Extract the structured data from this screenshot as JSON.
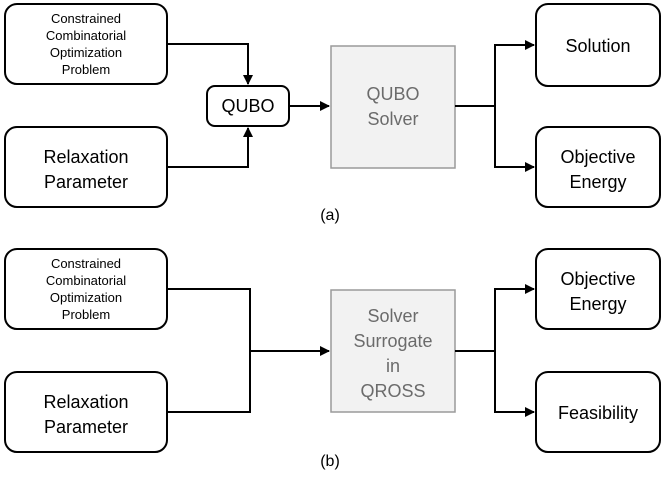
{
  "diagram_a": {
    "input_problem": [
      "Constrained",
      "Combinatorial",
      "Optimization",
      "Problem"
    ],
    "input_relaxation": [
      "Relaxation",
      "Parameter"
    ],
    "qubo": "QUBO",
    "solver": [
      "QUBO",
      "Solver"
    ],
    "out_solution": "Solution",
    "out_energy": [
      "Objective",
      "Energy"
    ],
    "caption": "(a)"
  },
  "diagram_b": {
    "input_problem": [
      "Constrained",
      "Combinatorial",
      "Optimization",
      "Problem"
    ],
    "input_relaxation": [
      "Relaxation",
      "Parameter"
    ],
    "surrogate": [
      "Solver",
      "Surrogate",
      "in",
      "QROSS"
    ],
    "out_energy": [
      "Objective",
      "Energy"
    ],
    "out_feasibility": "Feasibility",
    "caption": "(b)"
  },
  "colors": {
    "gray_box_fill": "#f2f2f2",
    "gray_box_stroke": "#9a9a9a",
    "gray_text": "#6b6b6b"
  }
}
